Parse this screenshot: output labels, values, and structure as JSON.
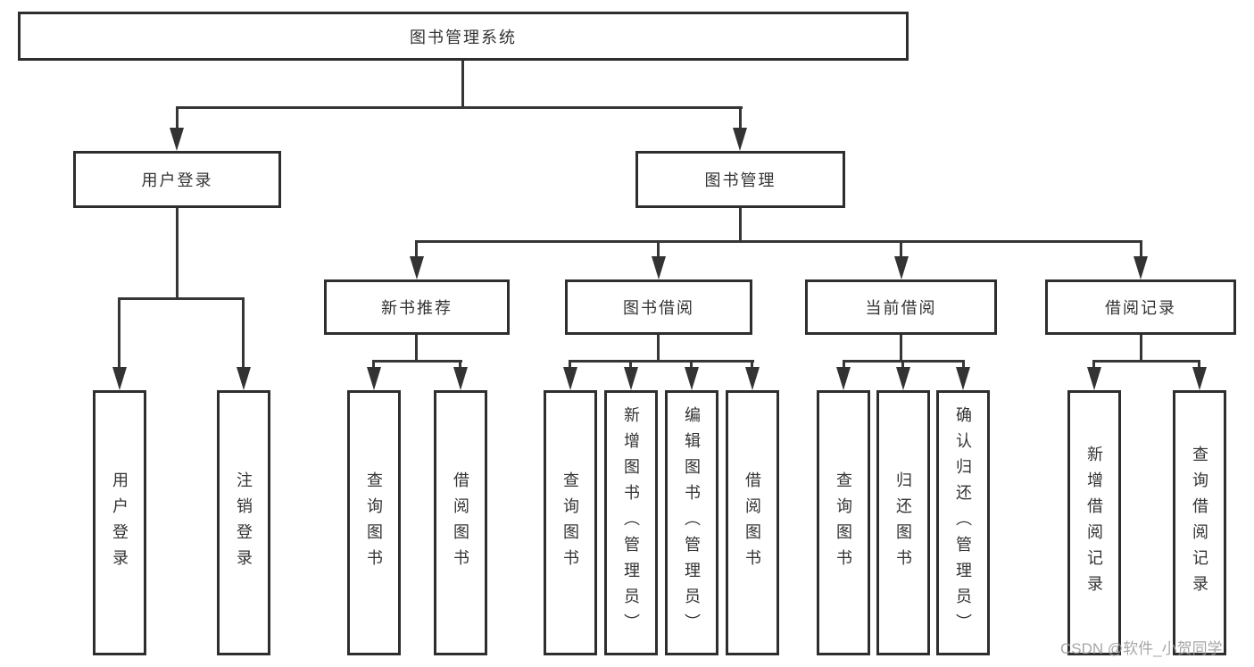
{
  "diagram": {
    "root": {
      "label": "图书管理系统"
    },
    "level2": [
      {
        "label": "用户登录"
      },
      {
        "label": "图书管理"
      }
    ],
    "level3": [
      {
        "label": "新书推荐"
      },
      {
        "label": "图书借阅"
      },
      {
        "label": "当前借阅"
      },
      {
        "label": "借阅记录"
      }
    ],
    "leaves": {
      "user_login": [
        {
          "label": "用户登录"
        },
        {
          "label": "注销登录"
        }
      ],
      "new_book_recommend": [
        {
          "label": "查询图书"
        },
        {
          "label": "借阅图书"
        }
      ],
      "book_borrowing": [
        {
          "label": "查询图书"
        },
        {
          "label": "新增图书（管理员）"
        },
        {
          "label": "编辑图书（管理员）"
        },
        {
          "label": "借阅图书"
        }
      ],
      "current_borrowing": [
        {
          "label": "查询图书"
        },
        {
          "label": "归还图书"
        },
        {
          "label": "确认归还（管理员）"
        }
      ],
      "borrowing_records": [
        {
          "label": "新增借阅记录"
        },
        {
          "label": "查询借阅记录"
        }
      ]
    }
  },
  "watermark": {
    "text": "CSDN @软件_小贺同学"
  },
  "colors": {
    "line": "#363636",
    "border": "#2e2e2e",
    "text": "#333333",
    "watermark": "#9e9e9e",
    "background": "#ffffff"
  }
}
